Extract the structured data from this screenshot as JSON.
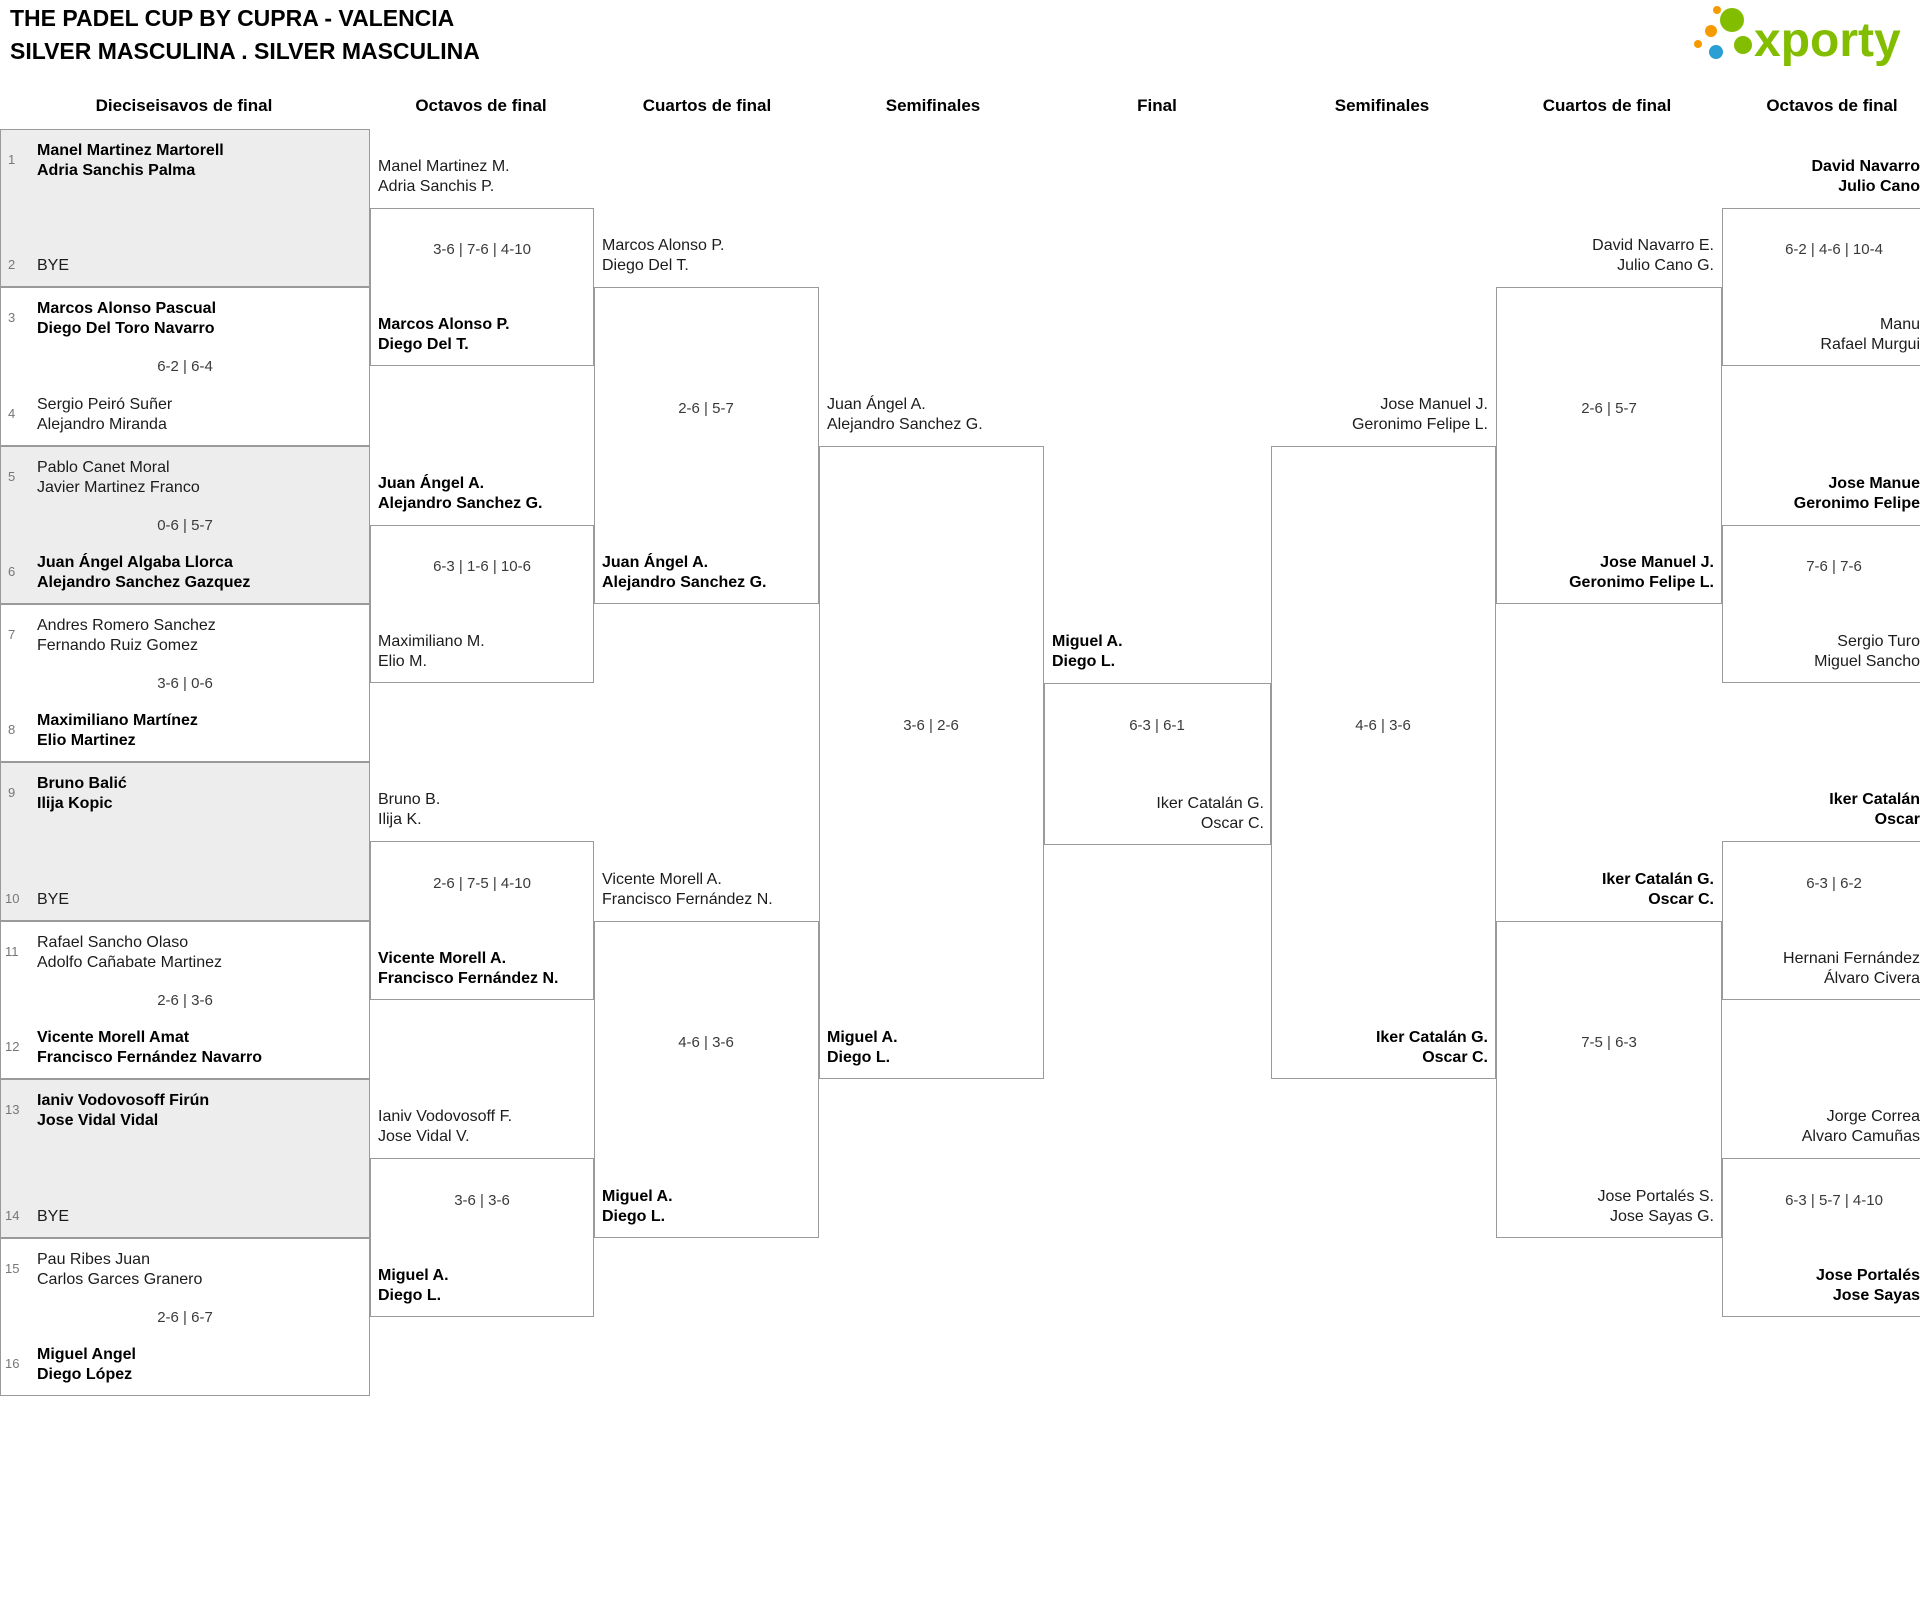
{
  "header": {
    "title_line1": "THE PADEL CUP BY CUPRA - VALENCIA",
    "title_line2": "SILVER MASCULINA . SILVER MASCULINA",
    "logo_text": "xporty"
  },
  "colors": {
    "logo_green": "#82bd00",
    "logo_orange": "#f59b00",
    "logo_blue": "#2a9fd4",
    "shade": "#ededed",
    "border": "#9a9a9a"
  },
  "rounds": [
    "Dieciseisavos de final",
    "Octavos de final",
    "Cuartos de final",
    "Semifinales",
    "Final",
    "Semifinales",
    "Cuartos de final",
    "Octavos de final"
  ],
  "r32": [
    {
      "num1": "1",
      "t1": [
        "Manel Martinez Martorell",
        "Adria Sanchis Palma"
      ],
      "num2": "2",
      "t2": [
        "BYE"
      ],
      "score": ""
    },
    {
      "num1": "3",
      "t1": [
        "Marcos Alonso Pascual",
        "Diego Del Toro Navarro"
      ],
      "num2": "4",
      "t2": [
        "Sergio Peiró Suñer",
        "Alejandro Miranda"
      ],
      "score": "6-2 | 6-4"
    },
    {
      "num1": "5",
      "t1": [
        "Pablo Canet Moral",
        "Javier Martinez Franco"
      ],
      "num2": "6",
      "t2": [
        "Juan Ángel Algaba Llorca",
        "Alejandro Sanchez Gazquez"
      ],
      "score": "0-6 | 5-7"
    },
    {
      "num1": "7",
      "t1": [
        "Andres Romero Sanchez",
        "Fernando Ruiz Gomez"
      ],
      "num2": "8",
      "t2": [
        "Maximiliano Martínez",
        "Elio Martinez"
      ],
      "score": "3-6 | 0-6"
    },
    {
      "num1": "9",
      "t1": [
        "Bruno Balić",
        "Ilija Kopic"
      ],
      "num2": "10",
      "t2": [
        "BYE"
      ],
      "score": ""
    },
    {
      "num1": "11",
      "t1": [
        "Rafael Sancho Olaso",
        "Adolfo Cañabate Martinez"
      ],
      "num2": "12",
      "t2": [
        "Vicente Morell Amat",
        "Francisco Fernández Navarro"
      ],
      "score": "2-6 | 3-6"
    },
    {
      "num1": "13",
      "t1": [
        "Ianiv Vodovosoff Firún",
        "Jose Vidal Vidal"
      ],
      "num2": "14",
      "t2": [
        "BYE"
      ],
      "score": ""
    },
    {
      "num1": "15",
      "t1": [
        "Pau Ribes Juan",
        "Carlos Garces Granero"
      ],
      "num2": "16",
      "t2": [
        "Miguel Angel",
        "Diego López"
      ],
      "score": "2-6 | 6-7"
    }
  ],
  "octavos_left": [
    {
      "t1": [
        "Manel Martinez M.",
        "Adria Sanchis P."
      ],
      "score": "3-6 | 7-6 | 4-10",
      "t2": [
        "Marcos Alonso P.",
        "Diego Del T."
      ]
    },
    {
      "t1": [
        "Juan Ángel A.",
        "Alejandro Sanchez G."
      ],
      "score": "6-3 | 1-6 | 10-6",
      "t2": [
        "Maximiliano M.",
        "Elio M."
      ]
    },
    {
      "t1": [
        "Bruno B.",
        "Ilija K."
      ],
      "score": "2-6 | 7-5 | 4-10",
      "t2": [
        "Vicente Morell A.",
        "Francisco Fernández N."
      ]
    },
    {
      "t1": [
        "Ianiv Vodovosoff F.",
        "Jose Vidal V."
      ],
      "score": "3-6 | 3-6",
      "t2": [
        "Miguel A.",
        "Diego L."
      ]
    }
  ],
  "cuartos_left": [
    {
      "t1": [
        "Marcos Alonso P.",
        "Diego Del T."
      ],
      "score": "2-6 | 5-7",
      "t2": [
        "Juan Ángel A.",
        "Alejandro Sanchez G."
      ]
    },
    {
      "t1": [
        "Vicente Morell A.",
        "Francisco Fernández N."
      ],
      "score": "4-6 | 3-6",
      "t2": [
        "Miguel A.",
        "Diego L."
      ]
    }
  ],
  "semi_left": {
    "t1": [
      "Juan Ángel A.",
      "Alejandro Sanchez G."
    ],
    "score": "3-6 | 2-6",
    "t2": [
      "Miguel A.",
      "Diego L."
    ]
  },
  "final_match": {
    "t1": [
      "Miguel A.",
      "Diego L."
    ],
    "score": "6-3 | 6-1",
    "t2": [
      "Iker Catalán G.",
      "Oscar C."
    ]
  },
  "semi_right": {
    "t1": [
      "Jose Manuel J.",
      "Geronimo Felipe L."
    ],
    "score": "4-6 | 3-6",
    "t2": [
      "Iker Catalán G.",
      "Oscar C."
    ]
  },
  "cuartos_right": [
    {
      "t1": [
        "David Navarro E.",
        "Julio Cano G."
      ],
      "score": "2-6 | 5-7",
      "t2": [
        "Jose Manuel J.",
        "Geronimo Felipe L."
      ]
    },
    {
      "t1": [
        "Iker Catalán G.",
        "Oscar C."
      ],
      "score": "7-5 | 6-3",
      "t2": [
        "Jose Portalés S.",
        "Jose Sayas G."
      ]
    }
  ],
  "octavos_right": [
    {
      "t1": [
        "David Navarro",
        "Julio Cano"
      ],
      "score": "6-2 | 4-6 | 10-4",
      "t2": [
        "Manu",
        "Rafael Murgui"
      ]
    },
    {
      "t1": [
        "Jose Manue",
        "Geronimo Felipe"
      ],
      "score": "7-6 | 7-6",
      "t2": [
        "Sergio Turo",
        "Miguel Sancho"
      ]
    },
    {
      "t1": [
        "Iker Catalán",
        "Oscar"
      ],
      "score": "6-3 | 6-2",
      "t2": [
        "Hernani Fernández",
        "Álvaro Civera"
      ]
    },
    {
      "t1": [
        "Jorge Correa",
        "Alvaro Camuñas"
      ],
      "score": "6-3 | 5-7 | 4-10",
      "t2": [
        "Jose Portalés",
        "Jose Sayas"
      ]
    }
  ]
}
